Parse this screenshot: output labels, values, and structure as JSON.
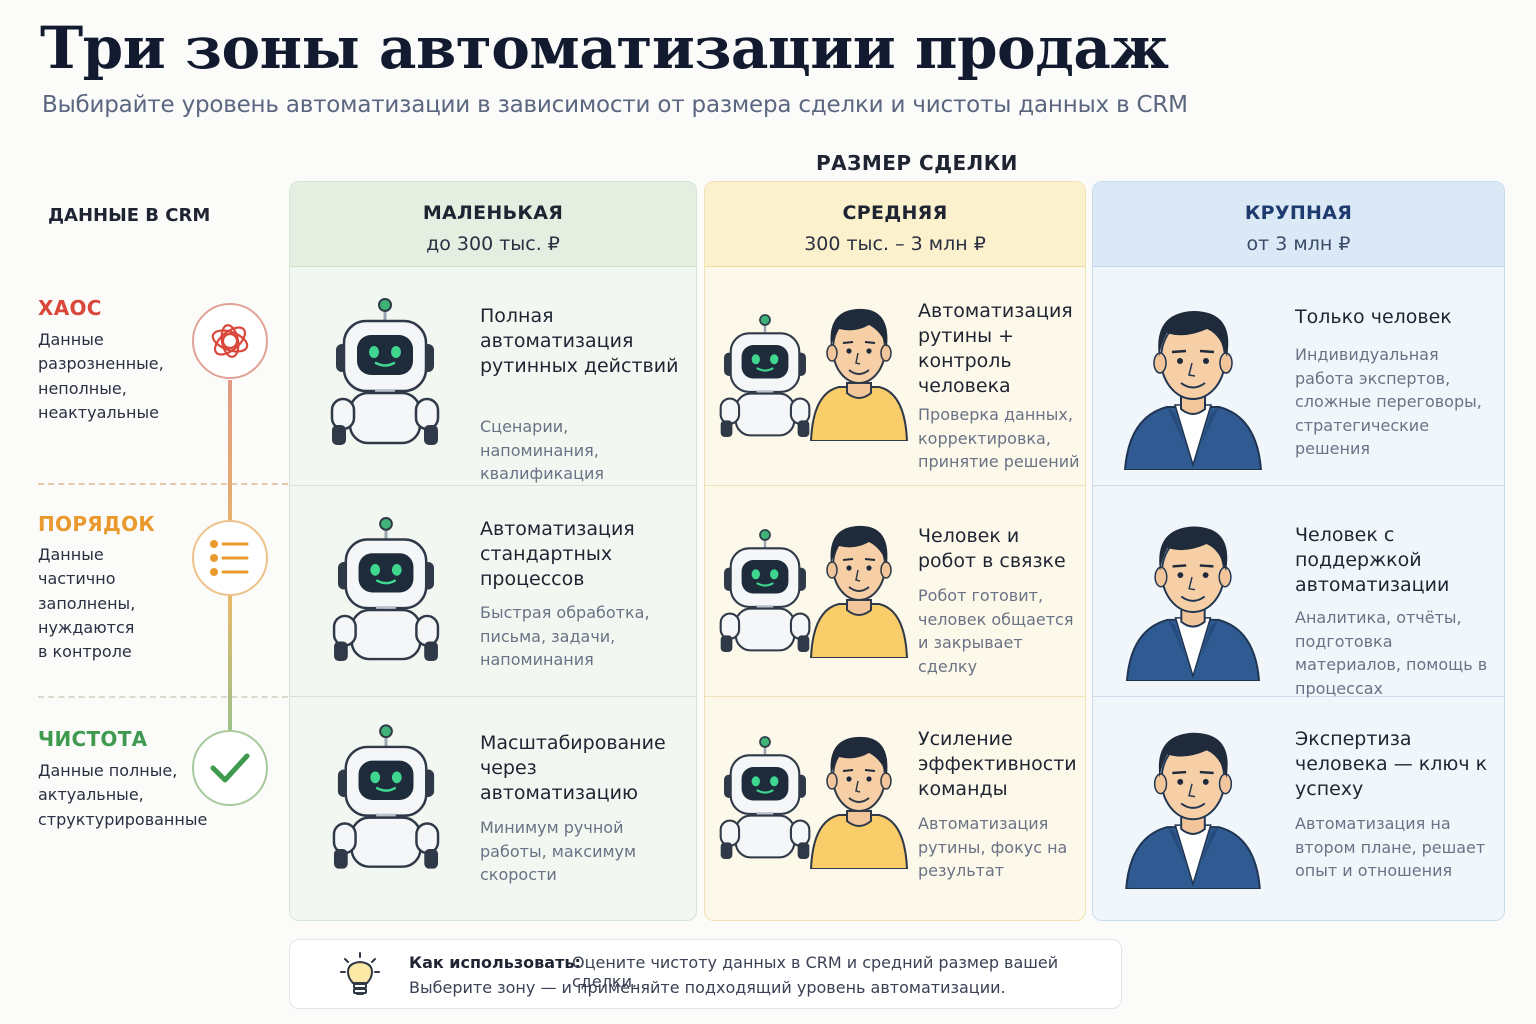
{
  "title": "Три зоны автоматизации продаж",
  "subtitle": "Выбирайте уровень автоматизации в зависимости от размера сделки и чистоты данных в CRM",
  "x_axis_label": "РАЗМЕР СДЕЛКИ",
  "y_axis_label": "ДАННЫЕ В CRM",
  "columns": [
    {
      "name": "МАЛЕНЬКАЯ",
      "range": "до 300 тыс. ₽"
    },
    {
      "name": "СРЕДНЯЯ",
      "range": "300 тыс. – 3 млн ₽"
    },
    {
      "name": "КРУПНАЯ",
      "range": "от 3 млн ₽"
    }
  ],
  "rows": [
    {
      "label": "ХАОС",
      "color": "#d9473b",
      "desc": "Данные разрозненные, неполные, неактуальные",
      "icon": "tangle-icon"
    },
    {
      "label": "ПОРЯДОК",
      "color": "#e9992d",
      "desc": "Данные частично заполнены, нуждаются в контроле",
      "icon": "list-icon"
    },
    {
      "label": "ЧИСТОТА",
      "color": "#3f9a4f",
      "desc": "Данные полные, актуальные, структурированные",
      "icon": "check-icon"
    }
  ],
  "cells": {
    "small": [
      {
        "title": "Полная автоматизация рутинных действий",
        "desc": "Сценарии, напоминания, квалификация",
        "figure": "robot"
      },
      {
        "title": "Автоматизация стандартных процессов",
        "desc": "Быстрая обработка, письма, задачи, напоминания",
        "figure": "robot"
      },
      {
        "title": "Масштабирование через автоматизацию",
        "desc": "Минимум ручной работы, максимум скорости",
        "figure": "robot"
      }
    ],
    "medium": [
      {
        "title": "Автоматизация рутины + контроль человека",
        "desc": "Проверка данных, корректировка, принятие решений",
        "figure": "robot-and-person"
      },
      {
        "title": "Человек и робот в связке",
        "desc": "Робот готовит, человек общается и закрывает сделку",
        "figure": "robot-and-person"
      },
      {
        "title": "Усиление эффективности команды",
        "desc": "Автоматизация рутины, фокус на результат",
        "figure": "robot-and-person"
      }
    ],
    "large": [
      {
        "title": "Только человек",
        "desc": "Индивидуальная работа экспертов, сложные переговоры, стратегические решения",
        "figure": "businessman"
      },
      {
        "title": "Человек с поддержкой автоматизации",
        "desc": "Аналитика, отчёты, подготовка материалов, помощь в процессах",
        "figure": "businessman"
      },
      {
        "title": "Экспертиза человека — ключ к успеху",
        "desc": "Автоматизация на втором плане, решает опыт и отношения",
        "figure": "businessman"
      }
    ]
  },
  "howto": {
    "heading": "Как использовать:",
    "line1": "Оцените чистоту данных в CRM и средний размер вашей сделки.",
    "line2": "Выберите зону — и применяйте подходящий уровень автоматизации.",
    "icon": "lightbulb-icon"
  },
  "colors": {
    "small_bg": "#f2f7f1",
    "medium_bg": "#fcf8ea",
    "large_bg": "#f1f6fb",
    "robot_screen": "#1d2b3a",
    "robot_eyes": "#3fd68f",
    "person_shirt": "#f8cd6a",
    "suit": "#2f5a92"
  }
}
